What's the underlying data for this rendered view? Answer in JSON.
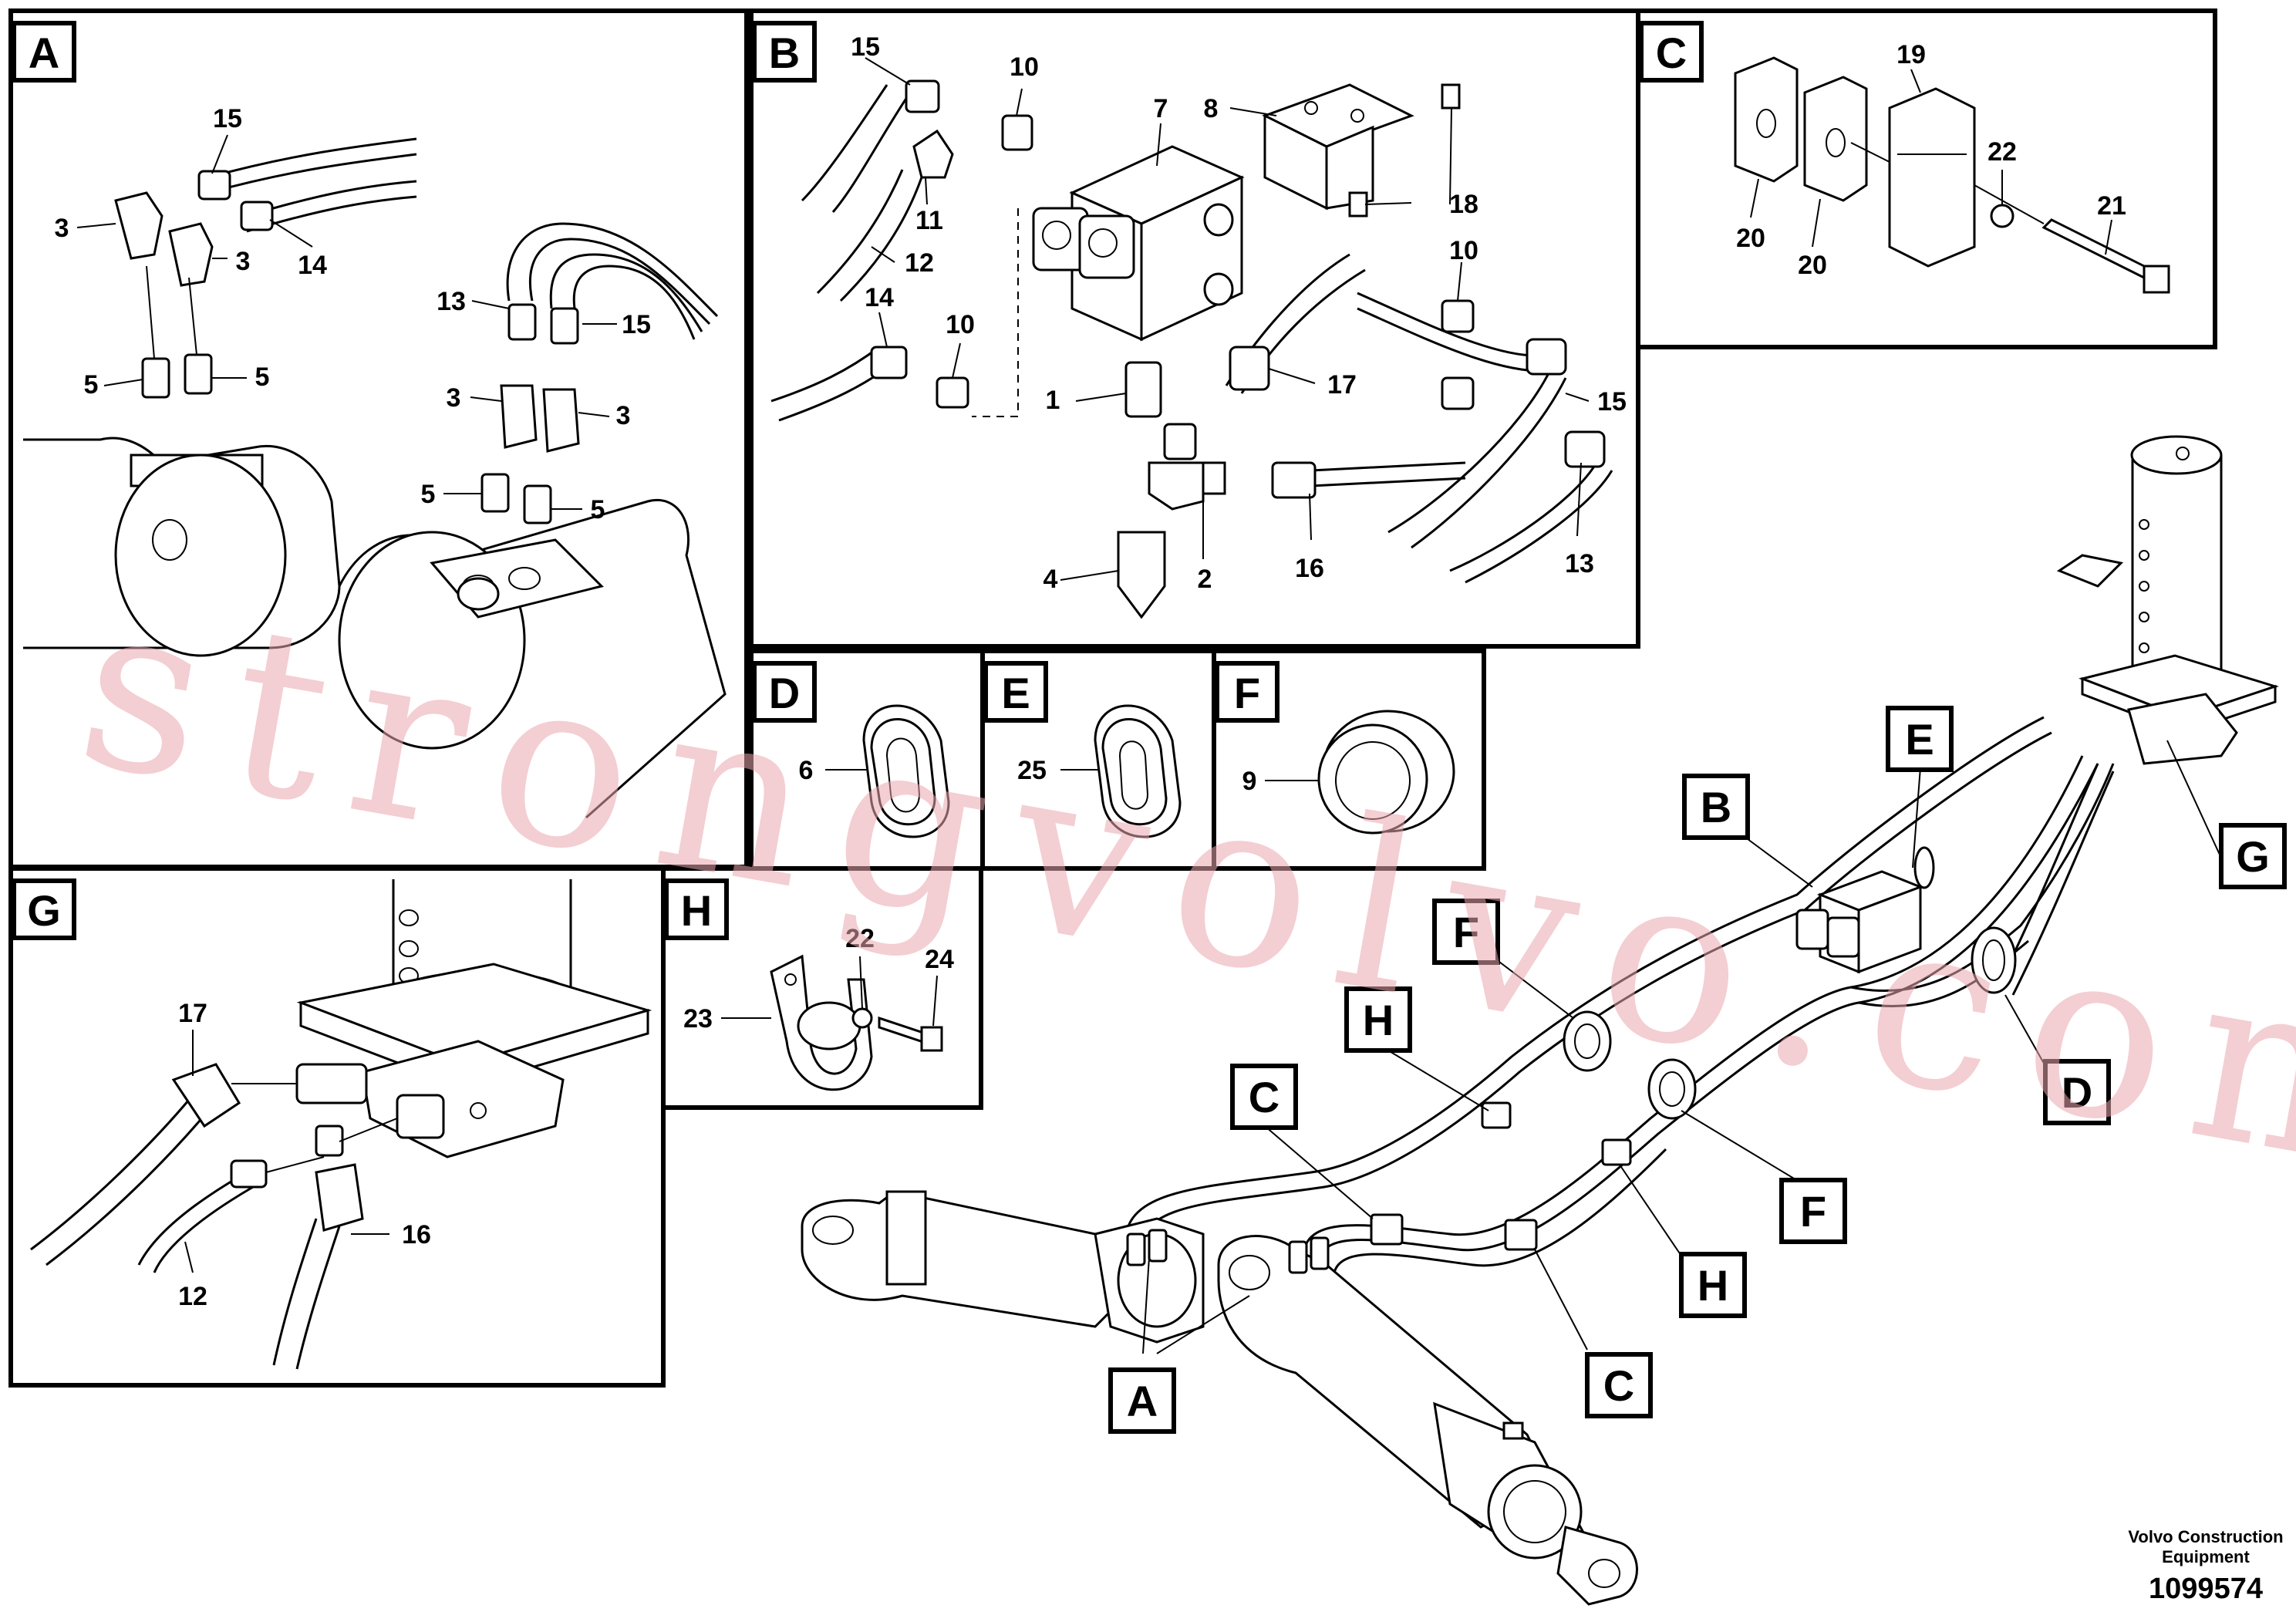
{
  "panels": [
    {
      "letter": "A",
      "callouts": [
        "15",
        "3",
        "3",
        "14",
        "5",
        "5",
        "13",
        "15",
        "3",
        "3",
        "5",
        "5"
      ]
    },
    {
      "letter": "B",
      "callouts": [
        "15",
        "10",
        "7",
        "8",
        "11",
        "12",
        "18",
        "10",
        "14",
        "10",
        "1",
        "17",
        "15",
        "4",
        "2",
        "16",
        "13"
      ]
    },
    {
      "letter": "C",
      "callouts": [
        "19",
        "22",
        "21",
        "20",
        "20"
      ]
    },
    {
      "letter": "D",
      "callouts": [
        "6"
      ]
    },
    {
      "letter": "E",
      "callouts": [
        "25"
      ]
    },
    {
      "letter": "F",
      "callouts": [
        "9"
      ]
    },
    {
      "letter": "G",
      "callouts": [
        "17",
        "12",
        "16"
      ]
    },
    {
      "letter": "H",
      "callouts": [
        "23",
        "22",
        "24"
      ]
    }
  ],
  "overview_tags": [
    "B",
    "E",
    "G",
    "F",
    "H",
    "D",
    "C",
    "F",
    "H",
    "C",
    "A"
  ],
  "watermark": "strongvolvo.com",
  "footer": {
    "company_line1": "Volvo Construction",
    "company_line2": "Equipment",
    "drawing_number": "1099574"
  }
}
